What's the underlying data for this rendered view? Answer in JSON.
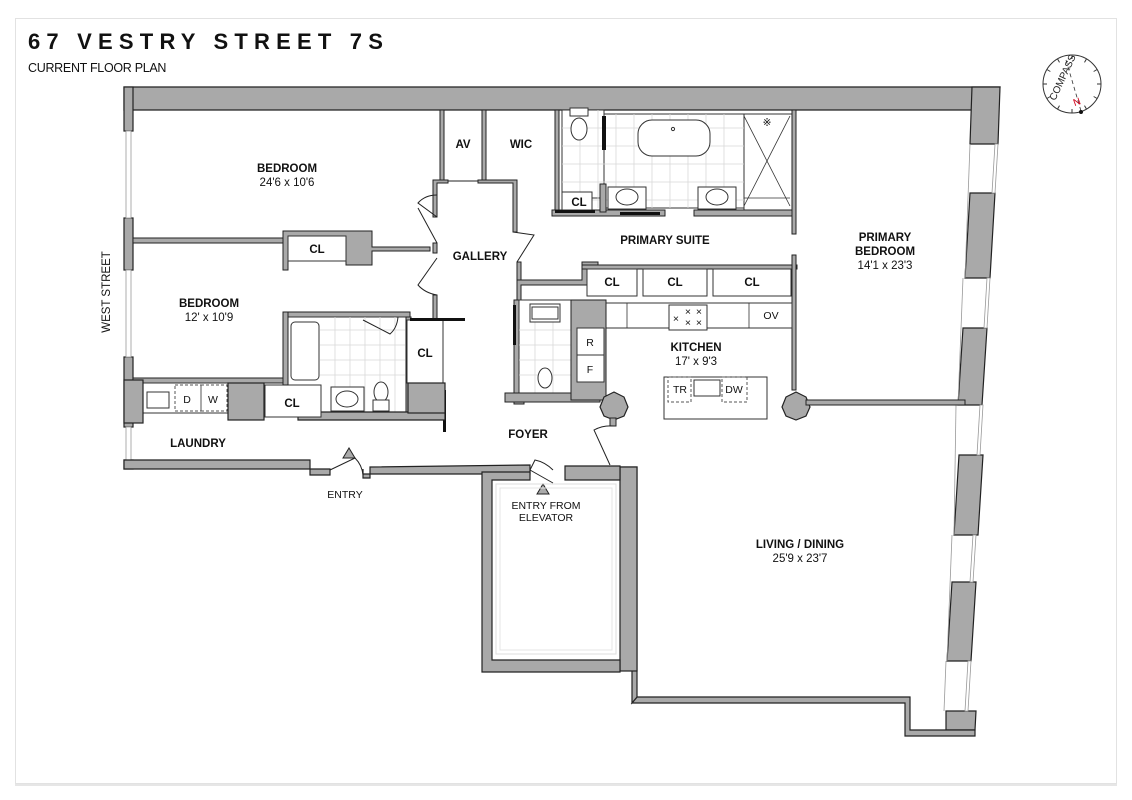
{
  "header": {
    "title": "67 VESTRY STREET 7S",
    "subtitle": "CURRENT FLOOR PLAN"
  },
  "compass": {
    "label": "COMPASS",
    "north_label": "N",
    "north_color": "#d0021b"
  },
  "street_label": "WEST STREET",
  "rooms": {
    "bedroom1": {
      "name": "BEDROOM",
      "dims": "24'6 x 10'6"
    },
    "bedroom2": {
      "name": "BEDROOM",
      "dims": "12' x 10'9"
    },
    "primary_bedroom": {
      "name_line1": "PRIMARY",
      "name_line2": "BEDROOM",
      "dims": "14'1 x 23'3"
    },
    "kitchen": {
      "name": "KITCHEN",
      "dims": "17' x 9'3"
    },
    "living_dining": {
      "name": "LIVING / DINING",
      "dims": "25'9 x 23'7"
    },
    "gallery": {
      "name": "GALLERY"
    },
    "primary_suite": {
      "name": "PRIMARY SUITE"
    },
    "foyer": {
      "name": "FOYER"
    },
    "laundry": {
      "name": "LAUNDRY"
    },
    "av": {
      "name": "AV"
    },
    "wic": {
      "name": "WIC"
    }
  },
  "closets": {
    "cl_bedroom1": "CL",
    "cl_hall": "CL",
    "cl_laundry": "CL",
    "cl_primary_bath": "CL",
    "cl_suite_1": "CL",
    "cl_suite_2": "CL",
    "cl_suite_3": "CL"
  },
  "appliances": {
    "dryer": "D",
    "washer": "W",
    "refrigerator": "R",
    "freezer": "F",
    "oven": "OV",
    "trash": "TR",
    "dishwasher": "DW"
  },
  "entries": {
    "main": "ENTRY",
    "elevator_line1": "ENTRY FROM",
    "elevator_line2": "ELEVATOR"
  },
  "colors": {
    "wall_fill": "#a9a9a9",
    "outline": "#222222",
    "tile": "#d8d8d8"
  }
}
